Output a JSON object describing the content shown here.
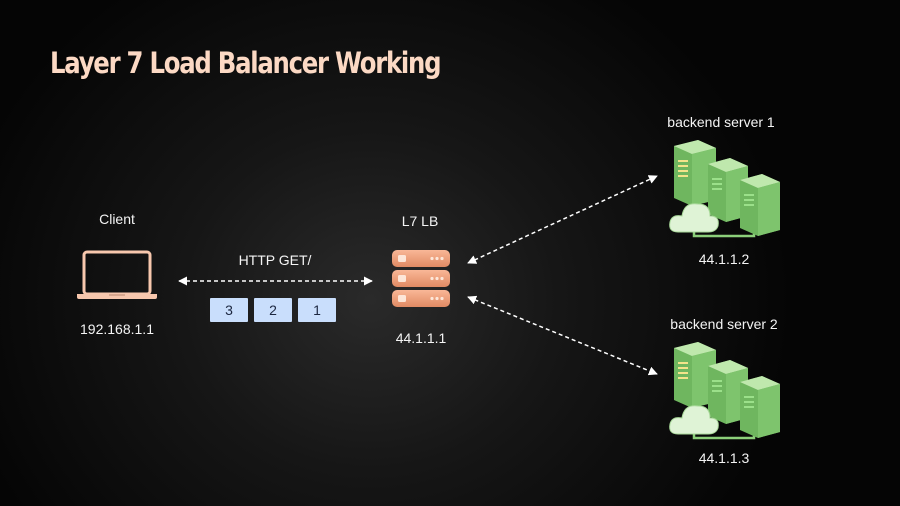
{
  "title": "Layer 7 Load Balancer Working",
  "colors": {
    "title": "#fcd9c4",
    "laptop": "#f7c7ad",
    "lb": "#f2a07c",
    "server": "#8ccf7a",
    "packet": "#c9defc"
  },
  "client": {
    "label": "Client",
    "ip": "192.168.1.1",
    "icon": "laptop-icon"
  },
  "request": {
    "label": "HTTP GET/",
    "packets": [
      "3",
      "2",
      "1"
    ]
  },
  "load_balancer": {
    "label": "L7 LB",
    "ip": "44.1.1.1",
    "icon": "server-stack-icon"
  },
  "servers": [
    {
      "label": "backend server 1",
      "ip": "44.1.1.2",
      "icon": "server-cloud-icon"
    },
    {
      "label": "backend server 2",
      "ip": "44.1.1.3",
      "icon": "server-cloud-icon"
    }
  ]
}
